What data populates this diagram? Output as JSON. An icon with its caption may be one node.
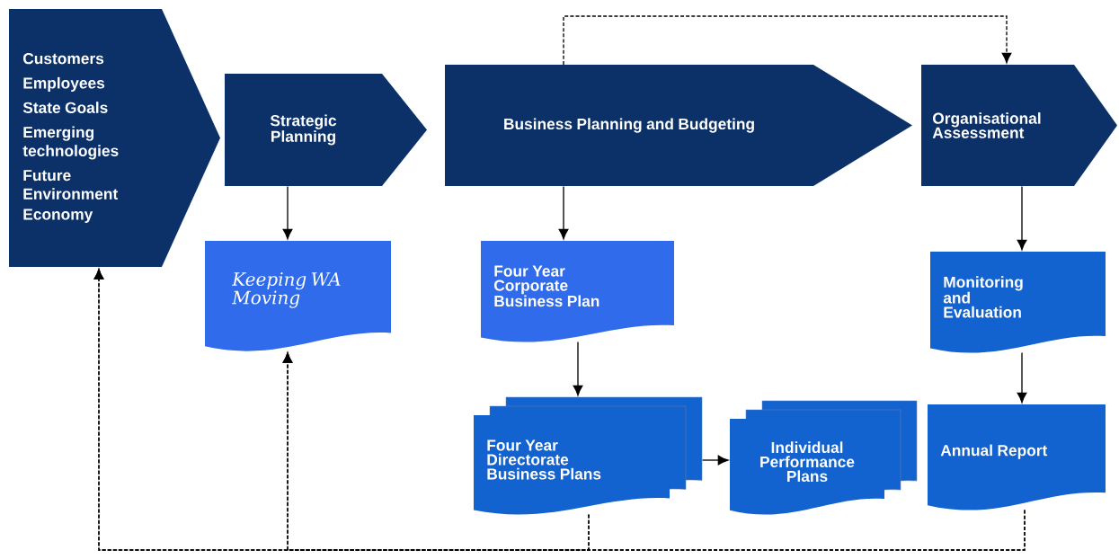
{
  "diagram": {
    "nodes": [
      {
        "text": [
          "Customers",
          "Employees",
          "State Goals",
          "Emerging technologies",
          "Future Environment",
          "Economy"
        ]
      },
      {
        "text": [
          "Strategic Planning"
        ]
      },
      {
        "text": [
          "Business Planning and Budgeting"
        ]
      },
      {
        "text": [
          "Organisational Assessment"
        ]
      },
      {
        "text": [
          "Keeping WA Moving"
        ]
      },
      {
        "text": [
          "Four Year Corporate Business Plan"
        ]
      },
      {
        "text": [
          "Four Year Directorate Business Plans"
        ]
      },
      {
        "text": [
          "Individual Performance Plans"
        ]
      },
      {
        "text": [
          "Monitoring and Evaluation"
        ]
      },
      {
        "text": [
          "Annual Report"
        ]
      }
    ],
    "edges": [
      {
        "from": 1,
        "to": 4,
        "arrow": "to"
      },
      {
        "from": 2,
        "to": 5,
        "arrow": "to"
      },
      {
        "from": 5,
        "to": 6,
        "arrow": "to"
      },
      {
        "from": 6,
        "to": 7,
        "arrow": "to"
      },
      {
        "from": 3,
        "to": 8,
        "arrow": "to"
      },
      {
        "from": 8,
        "to": 9,
        "arrow": "to"
      },
      {
        "from": 2,
        "to": 3,
        "arrow": "to",
        "style": "dashed"
      },
      {
        "from": 6,
        "to": 0,
        "arrow": "to",
        "style": "dashed"
      },
      {
        "from": 6,
        "to": 4,
        "arrow": "to",
        "style": "dashed"
      },
      {
        "from": 9,
        "to": 0,
        "arrow": "to",
        "style": "dashed"
      },
      {
        "from": 9,
        "to": 4,
        "arrow": "to",
        "style": "dashed"
      }
    ]
  }
}
